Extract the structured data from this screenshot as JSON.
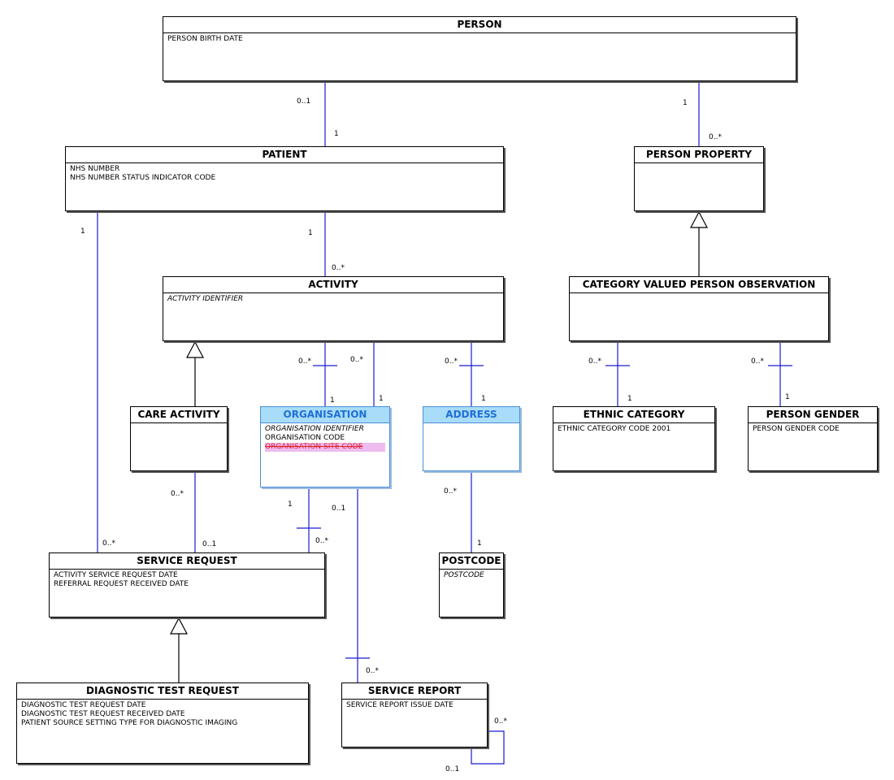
{
  "entities": {
    "person": {
      "name": "PERSON",
      "attributes": [
        {
          "text": "PERSON BIRTH DATE"
        }
      ]
    },
    "patient": {
      "name": "PATIENT",
      "attributes": [
        {
          "text": "NHS NUMBER"
        },
        {
          "text": "NHS NUMBER STATUS INDICATOR CODE"
        }
      ]
    },
    "person_property": {
      "name": "PERSON PROPERTY",
      "attributes": []
    },
    "activity": {
      "name": "ACTIVITY",
      "attributes": [
        {
          "text": "ACTIVITY IDENTIFIER",
          "style": "italic"
        }
      ]
    },
    "category_valued_person_observation": {
      "name": "CATEGORY VALUED PERSON OBSERVATION",
      "attributes": []
    },
    "care_activity": {
      "name": "CARE ACTIVITY",
      "attributes": []
    },
    "organisation": {
      "name": "ORGANISATION",
      "highlighted": true,
      "attributes": [
        {
          "text": "ORGANISATION IDENTIFIER",
          "style": "italic"
        },
        {
          "text": "ORGANISATION CODE"
        },
        {
          "text": "ORGANISATION SITE CODE",
          "style": "struck"
        }
      ]
    },
    "address": {
      "name": "ADDRESS",
      "highlighted": true,
      "attributes": []
    },
    "ethnic_category": {
      "name": "ETHNIC CATEGORY",
      "attributes": [
        {
          "text": "ETHNIC CATEGORY CODE 2001"
        }
      ]
    },
    "person_gender": {
      "name": "PERSON GENDER",
      "attributes": [
        {
          "text": "PERSON GENDER CODE"
        }
      ]
    },
    "service_request": {
      "name": "SERVICE REQUEST",
      "attributes": [
        {
          "text": "ACTIVITY SERVICE REQUEST DATE"
        },
        {
          "text": "REFERRAL REQUEST RECEIVED DATE"
        }
      ]
    },
    "postcode": {
      "name": "POSTCODE",
      "attributes": [
        {
          "text": "POSTCODE",
          "style": "italic"
        }
      ]
    },
    "diagnostic_test_request": {
      "name": "DIAGNOSTIC TEST REQUEST",
      "attributes": [
        {
          "text": "DIAGNOSTIC TEST REQUEST DATE"
        },
        {
          "text": "DIAGNOSTIC TEST REQUEST RECEIVED DATE"
        },
        {
          "text": "PATIENT SOURCE SETTING TYPE FOR DIAGNOSTIC IMAGING"
        }
      ]
    },
    "service_report": {
      "name": "SERVICE REPORT",
      "attributes": [
        {
          "text": "SERVICE REPORT ISSUE DATE"
        }
      ]
    }
  },
  "relationships": [
    {
      "id": "person-patient",
      "from": "person",
      "to": "patient",
      "from_mult": "0..1",
      "to_mult": "1"
    },
    {
      "id": "person-person-property",
      "from": "person",
      "to": "person_property",
      "from_mult": "1",
      "to_mult": "0..*"
    },
    {
      "id": "patient-activity",
      "from": "patient",
      "to": "activity",
      "from_mult": "1",
      "to_mult": "0..*"
    },
    {
      "id": "patient-service-request",
      "from": "patient",
      "to": "service_request",
      "from_mult": "1",
      "to_mult": "0..*"
    },
    {
      "id": "activity-organisation-a",
      "from": "activity",
      "to": "organisation",
      "from_mult": "0..*",
      "to_mult": "1"
    },
    {
      "id": "activity-organisation-b",
      "from": "activity",
      "to": "organisation",
      "from_mult": "0..*",
      "to_mult": "1"
    },
    {
      "id": "activity-address",
      "from": "activity",
      "to": "address",
      "from_mult": "0..*",
      "to_mult": "1"
    },
    {
      "id": "observation-ethnic-category",
      "from": "category_valued_person_observation",
      "to": "ethnic_category",
      "from_mult": "0..*",
      "to_mult": "1"
    },
    {
      "id": "observation-person-gender",
      "from": "category_valued_person_observation",
      "to": "person_gender",
      "from_mult": "0..*",
      "to_mult": "1"
    },
    {
      "id": "care-activity-service-request",
      "from": "care_activity",
      "to": "service_request",
      "from_mult": "0..*",
      "to_mult": "0..1"
    },
    {
      "id": "organisation-service-request",
      "from": "organisation",
      "to": "service_request",
      "from_mult": "1",
      "to_mult": "0..*"
    },
    {
      "id": "organisation-service-report",
      "from": "organisation",
      "to": "service_report",
      "from_mult": "0..1",
      "to_mult": "0..*"
    },
    {
      "id": "address-postcode",
      "from": "address",
      "to": "postcode",
      "from_mult": "0..*",
      "to_mult": "1"
    },
    {
      "id": "service-report-self",
      "from": "service_report",
      "to": "service_report",
      "from_mult": "0..*",
      "to_mult": "0..1"
    }
  ],
  "generalizations": [
    {
      "id": "person-property-gen",
      "parent": "person_property",
      "child": "category_valued_person_observation"
    },
    {
      "id": "activity-gen",
      "parent": "activity",
      "child": "care_activity"
    },
    {
      "id": "service-request-gen",
      "parent": "service_request",
      "child": "diagnostic_test_request"
    }
  ]
}
